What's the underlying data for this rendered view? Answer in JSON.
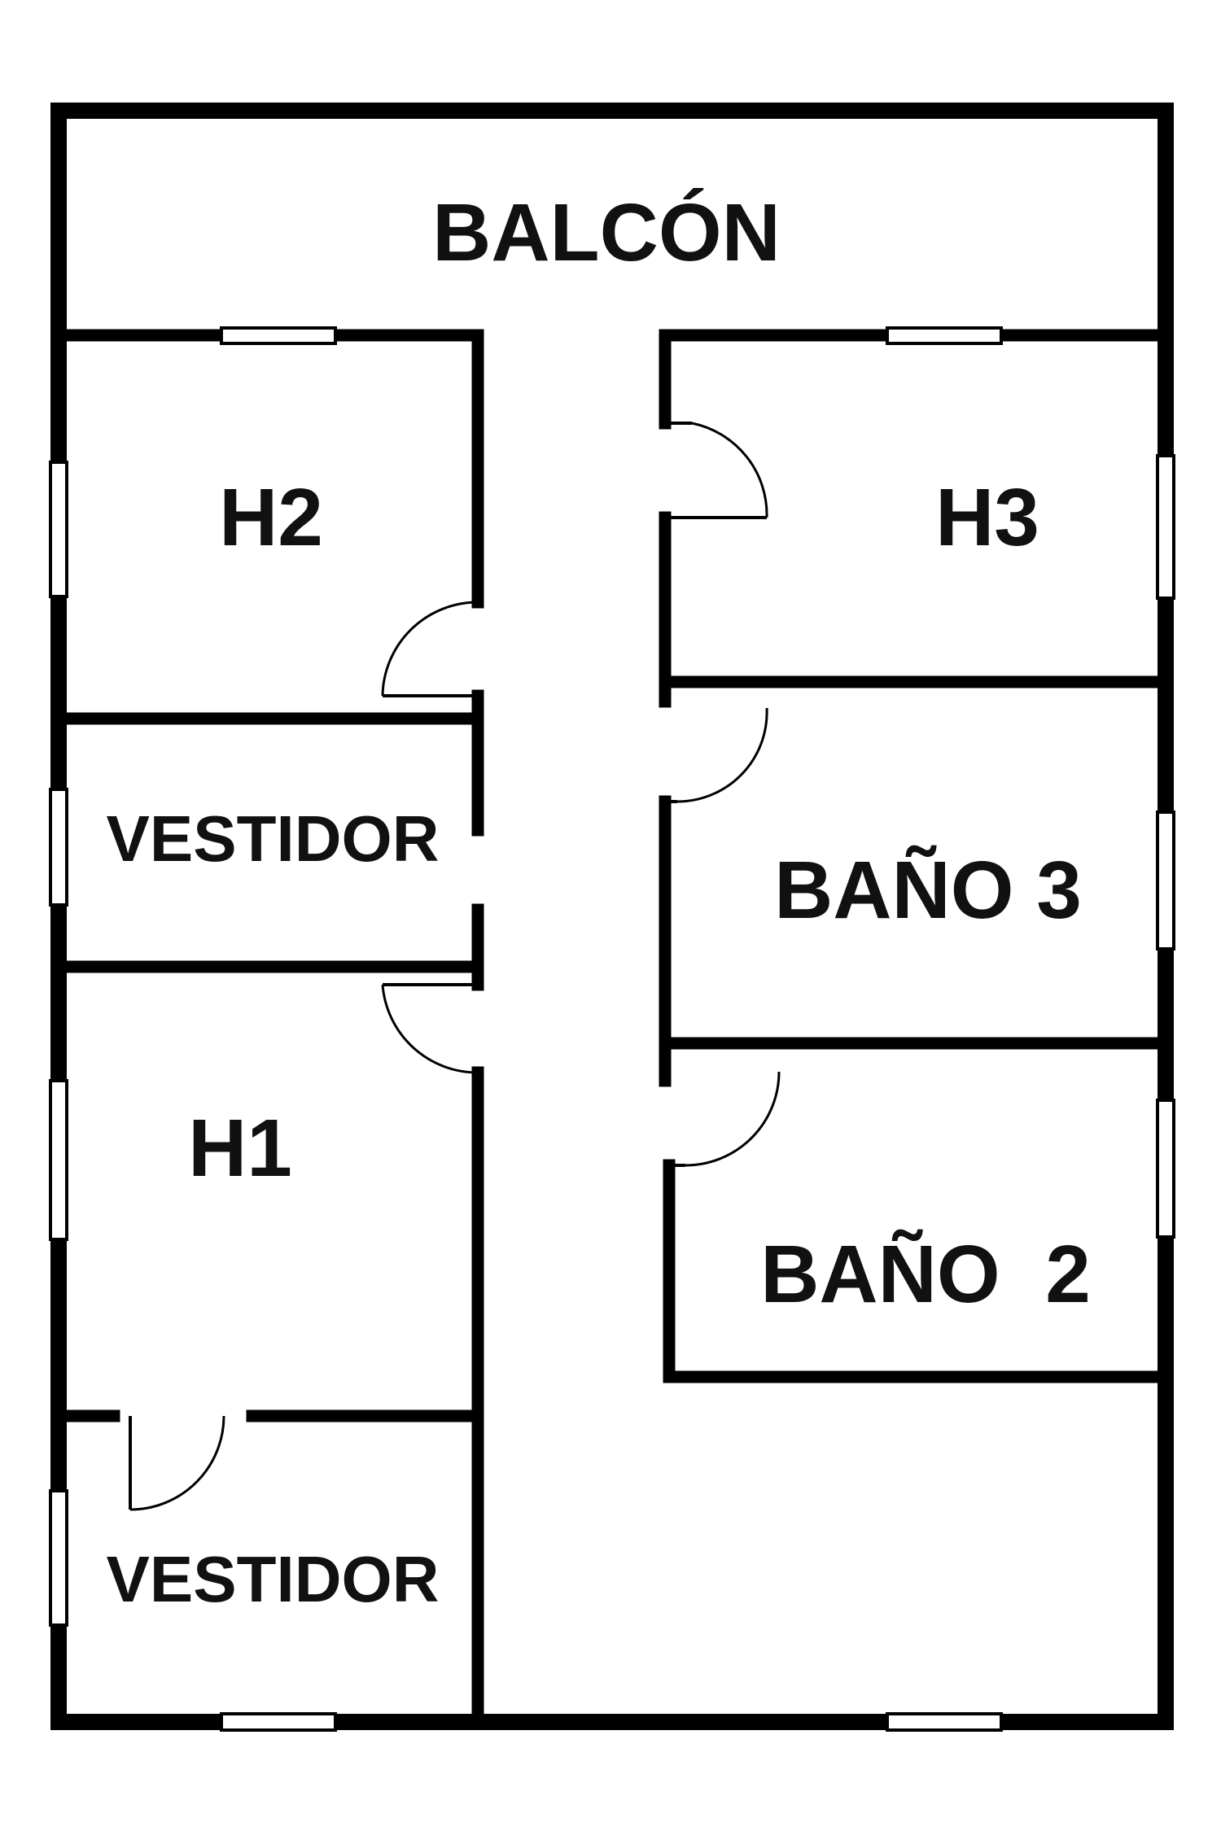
{
  "floor_plan": {
    "rooms": {
      "balcon": "BALCÓN",
      "h2": "H2",
      "h3": "H3",
      "vestidor_1": "VESTIDOR",
      "bano_3": "BAÑO 3",
      "h1": "H1",
      "bano_2": "BAÑO  2",
      "vestidor_2": "VESTIDOR"
    }
  }
}
